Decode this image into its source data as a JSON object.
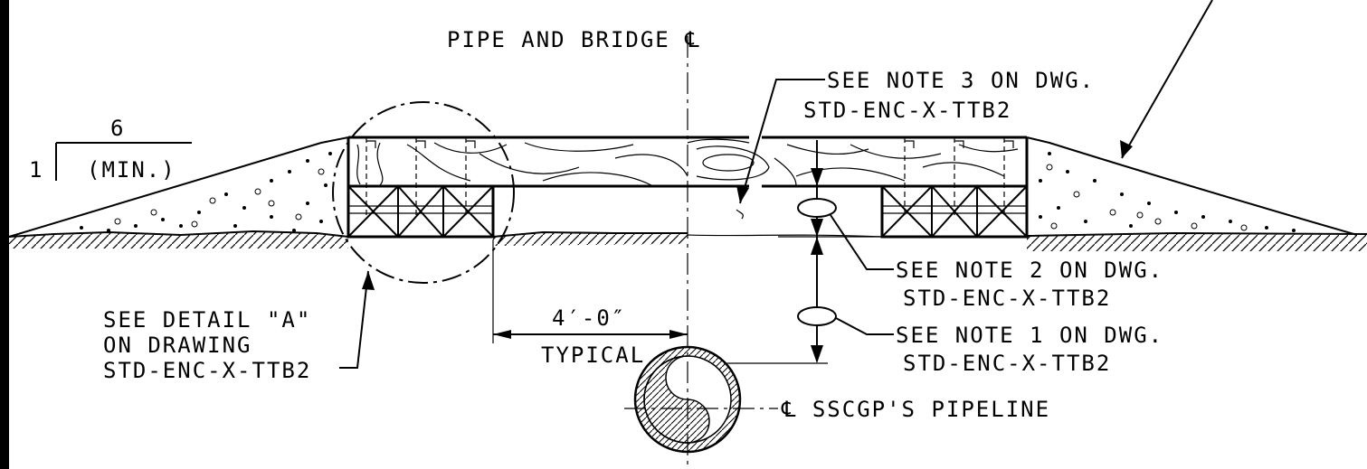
{
  "labels": {
    "pipe_and_bridge": "PIPE AND BRIDGE ℄",
    "slope_horizontal": "6",
    "slope_vertical": "1",
    "slope_min": "(MIN.)",
    "note3_line1": "SEE NOTE 3 ON DWG.",
    "note3_line2": "STD-ENC-X-TTB2",
    "note2_line1": "SEE NOTE 2 ON DWG.",
    "note2_line2": "STD-ENC-X-TTB2",
    "note1_line1": "SEE NOTE 1 ON DWG.",
    "note1_line2": "STD-ENC-X-TTB2",
    "detail_line1": "SEE DETAIL \"A\"",
    "detail_line2": "ON DRAWING",
    "detail_line3": "STD-ENC-X-TTB2",
    "dimension": "4′-0″",
    "dimension_note": "TYPICAL",
    "pipeline": "℄ SSCGP'S PIPELINE"
  },
  "colors": {
    "ink": "#000000",
    "paper": "#ffffff"
  }
}
